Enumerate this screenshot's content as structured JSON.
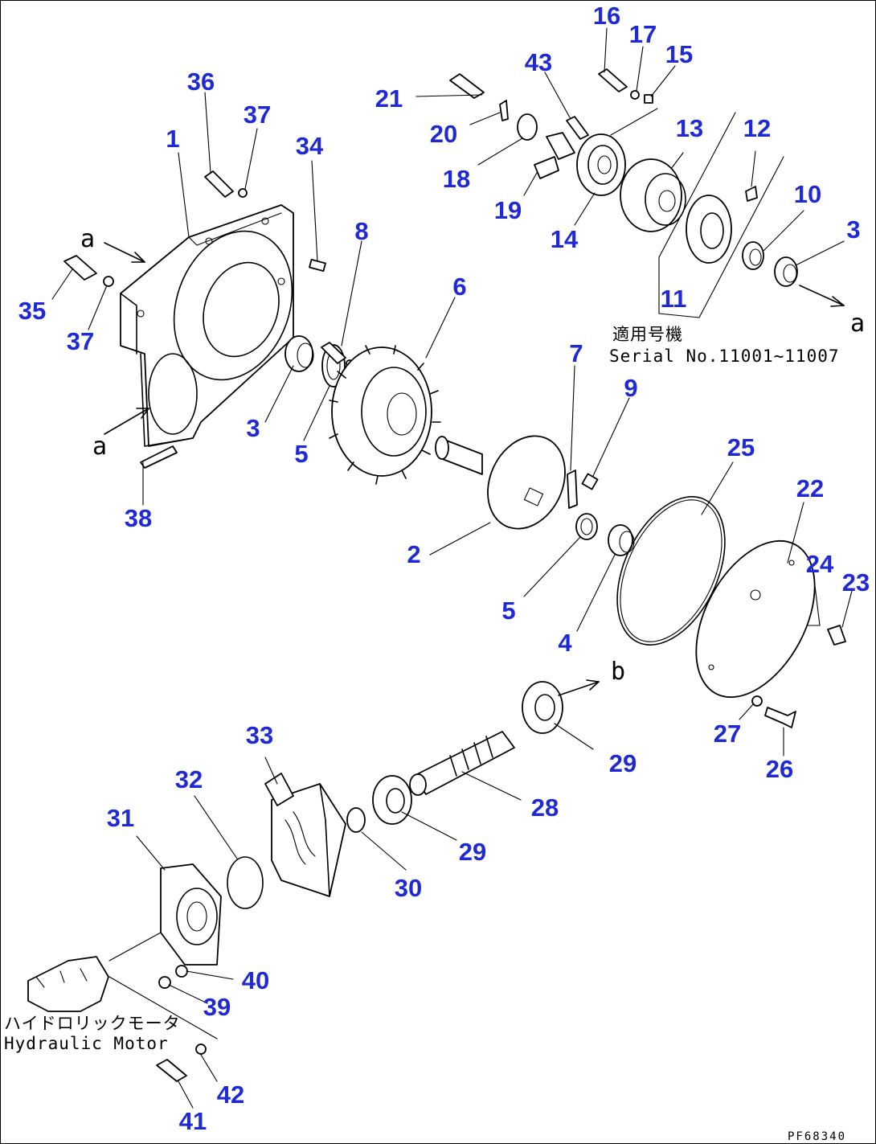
{
  "parts": [
    "1",
    "2",
    "3",
    "4",
    "5",
    "6",
    "7",
    "8",
    "9",
    "10",
    "11",
    "12",
    "13",
    "14",
    "15",
    "16",
    "17",
    "18",
    "19",
    "20",
    "21",
    "22",
    "23",
    "24",
    "25",
    "26",
    "27",
    "28",
    "29",
    "30",
    "31",
    "32",
    "33",
    "34",
    "35",
    "36",
    "37",
    "38",
    "39",
    "40",
    "41",
    "42",
    "43"
  ],
  "serial_note": {
    "jp": "適用号機",
    "en": "Serial No.11001~11007"
  },
  "motor_label": {
    "jp": "ハイドロリックモータ",
    "en": "Hydraulic Motor"
  },
  "refs": {
    "a": "a",
    "b": "b"
  },
  "drawing_code": "PF68340",
  "label_color": "#1f2ad6"
}
